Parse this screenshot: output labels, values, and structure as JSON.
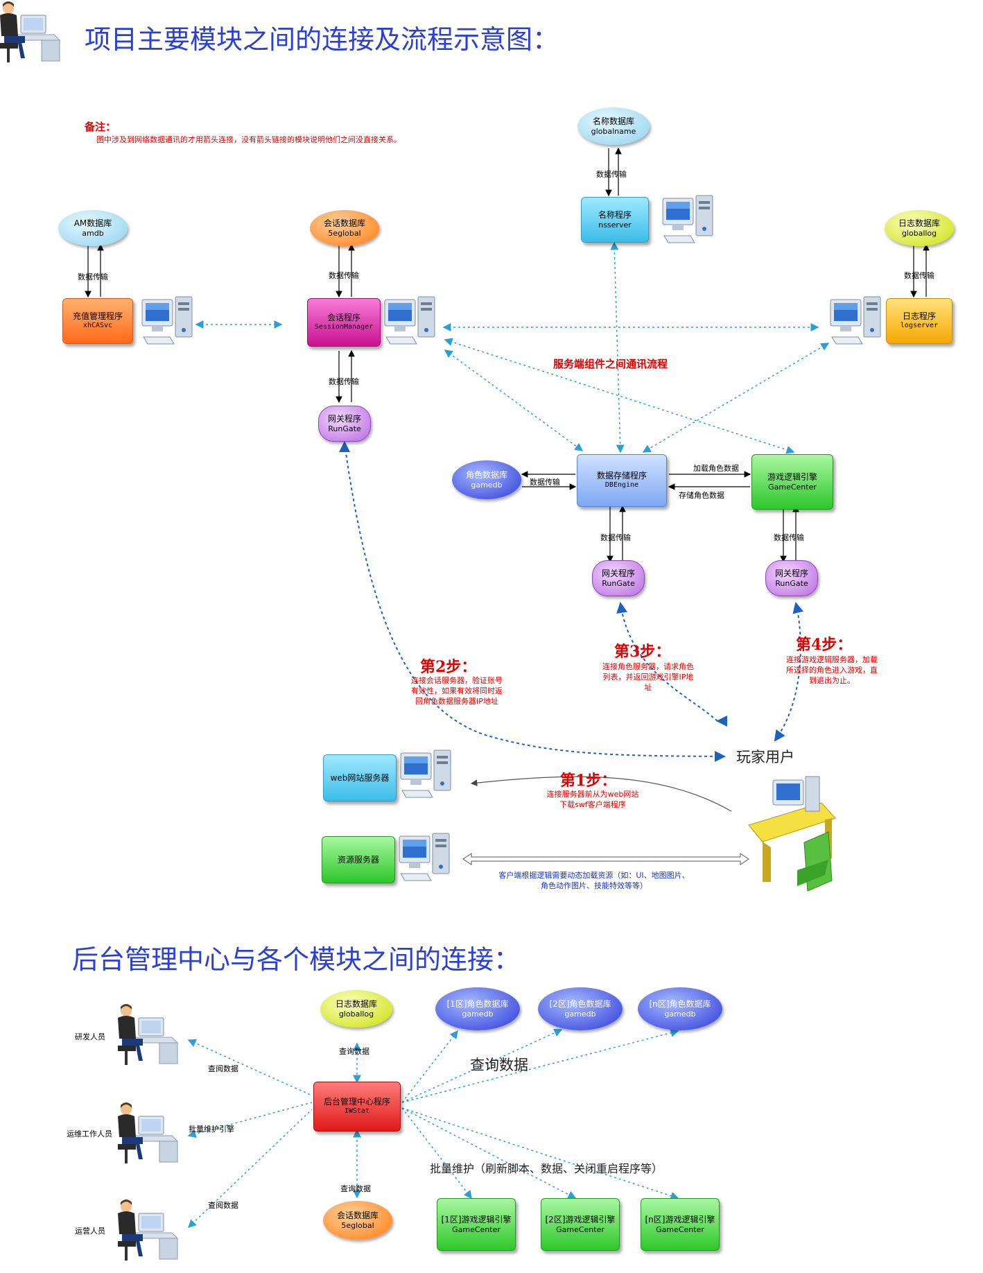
{
  "title1": "项目主要模块之间的连接及流程示意图：",
  "title2": "后台管理中心与各个模块之间的连接：",
  "note": {
    "heading": "备注：",
    "body": "图中涉及到网络数据通讯的才用箭头连接，没有箭头链接的模块说明他们之间没直接关系。"
  },
  "nodes": {
    "nsdb": {
      "name": "名称数据库",
      "sub": "globalname"
    },
    "nsserver": {
      "name": "名称程序",
      "sub": "nsserver"
    },
    "amdb": {
      "name": "AM数据库",
      "sub": "amdb"
    },
    "sessdb": {
      "name": "会话数据库",
      "sub": "5eglobal"
    },
    "logdb": {
      "name": "日志数据库",
      "sub": "globallog"
    },
    "charge": {
      "name": "充值管理程序",
      "sub": "xhCASvc"
    },
    "session": {
      "name": "会话程序",
      "sub": "SessionManager"
    },
    "logserver": {
      "name": "日志程序",
      "sub": "logserver"
    },
    "rungate1": {
      "name": "网关程序",
      "sub": "RunGate"
    },
    "gamedb": {
      "name": "角色数据库",
      "sub": "gamedb"
    },
    "dbengine": {
      "name": "数据存储程序",
      "sub": "DBEngine"
    },
    "gamecenter": {
      "name": "游戏逻辑引擎",
      "sub": "GameCenter"
    },
    "rungate2": {
      "name": "网关程序",
      "sub": "RunGate"
    },
    "rungate3": {
      "name": "网关程序",
      "sub": "RunGate"
    },
    "web": {
      "name": "web网站服务器"
    },
    "res": {
      "name": "资源服务器"
    }
  },
  "labels": {
    "data_transfer": "数据传输",
    "server_flow": "服务端组件之间通讯流程",
    "load_role": "加载角色数据",
    "save_role": "存储角色数据",
    "player": "玩家用户"
  },
  "steps": [
    {
      "head": "第1步：",
      "body": "连接服务器前从为web网站\n下载swf客户端程序"
    },
    {
      "head": "第2步：",
      "body": "连接会话服务器，验证账号\n有效性，如果有效将同时返\n回角色数据服务器IP地址"
    },
    {
      "head": "第3步：",
      "body": "连接角色服务器，请求角色\n列表，并返回游戏引擎IP地\n址"
    },
    {
      "head": "第4步：",
      "body": "连接游戏逻辑服务器，加载\n所选择的角色进入游戏，直\n到退出为止。"
    }
  ],
  "resource_note": "客户端根据逻辑需要动态加载资源（如：UI、地图图片、\n角色动作图片、技能特效等等）",
  "admin": {
    "logdb": {
      "name": "日志数据库",
      "sub": "globallog"
    },
    "sessdb": {
      "name": "会话数据库",
      "sub": "5eglobal"
    },
    "center": {
      "name": "后台管理中心程序",
      "sub": "IWStat"
    },
    "dbs": [
      {
        "name": "[1区]角色数据库",
        "sub": "gamedb"
      },
      {
        "name": "[2区]角色数据库",
        "sub": "gamedb"
      },
      {
        "name": "[n区]角色数据库",
        "sub": "gamedb"
      }
    ],
    "engines": [
      {
        "name": "[1区]游戏逻辑引擎",
        "sub": "GameCenter"
      },
      {
        "name": "[2区]游戏逻辑引擎",
        "sub": "GameCenter"
      },
      {
        "name": "[n区]游戏逻辑引擎",
        "sub": "GameCenter"
      }
    ],
    "people": [
      "研发人员",
      "运维工作人员",
      "运营人员"
    ],
    "people_links": [
      "查阅数据",
      "批量维护引擎",
      "查阅数据"
    ],
    "query_top": "查询数据",
    "query_bottom": "查询数据",
    "query_big": "查询数据",
    "maintain_big": "批量维护（刷新脚本、数据、关闭重启程序等）"
  }
}
